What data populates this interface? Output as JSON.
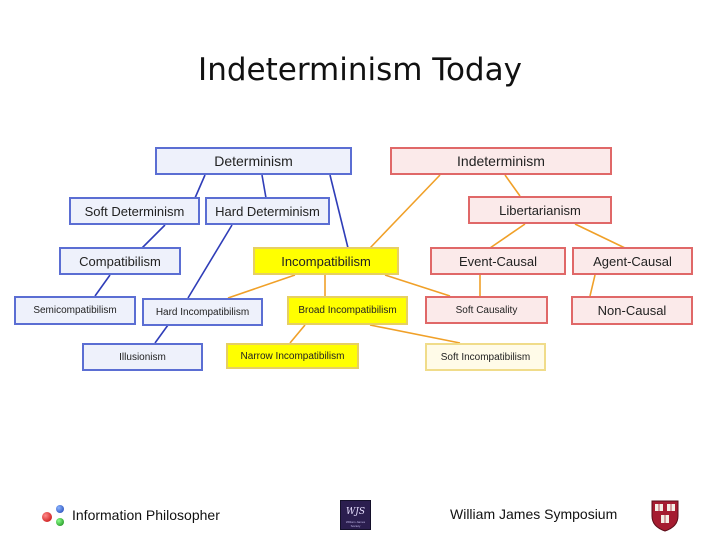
{
  "title": "Indeterminism Today",
  "nodes": {
    "determinism": "Determinism",
    "indeterminism": "Indeterminism",
    "soft_determinism": "Soft Determinism",
    "hard_determinism": "Hard Determinism",
    "libertarianism": "Libertarianism",
    "compatibilism": "Compatibilism",
    "incompatibilism": "Incompatibilism",
    "event_causal": "Event-Causal",
    "agent_causal": "Agent-Causal",
    "semicompatibilism": "Semicompatibilism",
    "hard_incompatibilism": "Hard Incompatibilism",
    "broad_incompatibilism": "Broad Incompatibilism",
    "soft_causality": "Soft Causality",
    "non_causal": "Non-Causal",
    "illusionism": "Illusionism",
    "narrow_incompatibilism": "Narrow Incompatibilism",
    "soft_incompatibilism": "Soft Incompatibilism"
  },
  "footer": {
    "left": "Information Philosopher",
    "right": "William James Symposium",
    "logo_monogram": "WJS",
    "logo_caption": "William James Society"
  },
  "colors": {
    "determinism_family": "#5b6ed3",
    "indeterminism_family": "#e06868",
    "incompatibilism_family": "#e6cf63",
    "line_blue": "#2f3db8",
    "line_orange": "#f0a028"
  }
}
